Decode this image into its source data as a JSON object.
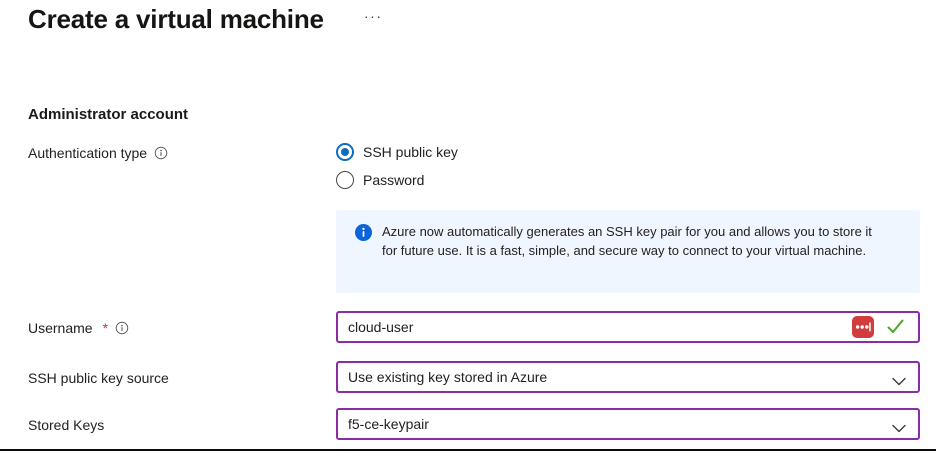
{
  "page": {
    "title": "Create a virtual machine",
    "menu_ellipsis": "···"
  },
  "section": {
    "heading": "Administrator account"
  },
  "fields": {
    "auth_type": {
      "label": "Authentication type",
      "options": [
        {
          "label": "SSH public key",
          "selected": true
        },
        {
          "label": "Password",
          "selected": false
        }
      ]
    },
    "username": {
      "label": "Username",
      "required": "*",
      "value": "cloud-user"
    },
    "ssh_key_source": {
      "label": "SSH public key source",
      "value": "Use existing key stored in Azure"
    },
    "stored_keys": {
      "label": "Stored Keys",
      "value": "f5-ce-keypair"
    }
  },
  "banner": {
    "text": "Azure now automatically generates an SSH key pair for you and allows you to store it for future use. It is a fast, simple, and secure way to connect to your virtual machine."
  },
  "colors": {
    "accent_input_border": "#8a2da5",
    "radio_selected": "#0f6cbd",
    "banner_background": "#f0f6ff",
    "banner_icon_blue": "#0c64d8",
    "required_red": "#d13438",
    "valid_check_green": "#52a32b",
    "password_manager_red": "#d13c3c"
  }
}
